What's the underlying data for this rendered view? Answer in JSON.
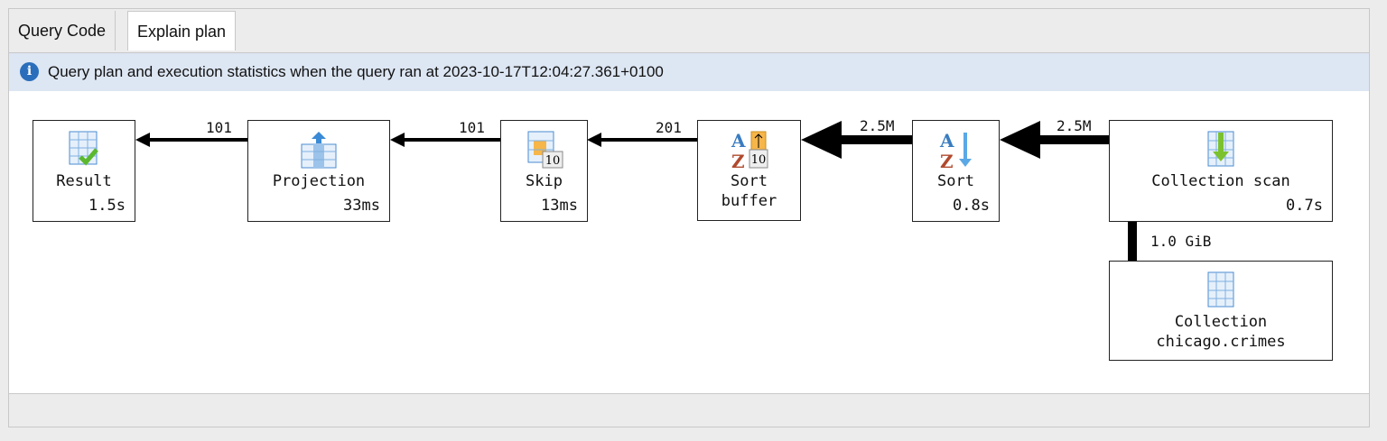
{
  "tabs": [
    {
      "label": "Query Code",
      "active": false
    },
    {
      "label": "Explain plan",
      "active": true
    }
  ],
  "info": {
    "icon": "info-icon",
    "text": "Query plan and execution statistics when the query ran at 2023-10-17T12:04:27.361+0100"
  },
  "nodes": [
    {
      "name": "Result",
      "time": "1.5s",
      "icon": "table-check-icon"
    },
    {
      "name": "Projection",
      "time": "33ms",
      "icon": "table-projection-icon"
    },
    {
      "name": "Skip",
      "time": "13ms",
      "icon": "table-skip-icon"
    },
    {
      "name": "Sort\nbuffer",
      "time": "",
      "icon": "sort-buffer-icon"
    },
    {
      "name": "Sort",
      "time": "0.8s",
      "icon": "sort-az-icon"
    },
    {
      "name": "Collection scan",
      "time": "0.7s",
      "icon": "table-scan-icon"
    },
    {
      "name": "Collection\nchicago.crimes",
      "time": "",
      "icon": "table-icon"
    }
  ],
  "edges": [
    {
      "label": "101"
    },
    {
      "label": "101"
    },
    {
      "label": "201"
    },
    {
      "label": "2.5M"
    },
    {
      "label": "2.5M"
    },
    {
      "label": "1.0 GiB"
    }
  ]
}
